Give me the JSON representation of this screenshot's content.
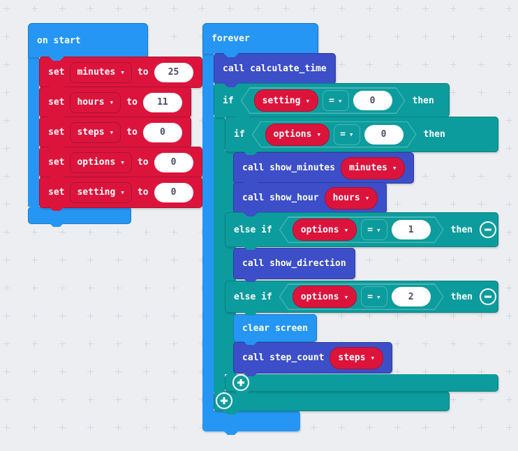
{
  "colors": {
    "bg": "#eceef1",
    "cross": "#d3d7dc",
    "blue": "#2596f3",
    "blue_border": "#1d79c6",
    "indigo": "#3c4ec8",
    "indigo_border": "#2e3da0",
    "red": "#dc143c",
    "red_border": "#aa1234",
    "teal": "#0d9c9e",
    "teal_border": "#0a8082",
    "teal_outline": "#49b6b3",
    "number_text": "#4e4a66"
  },
  "icons": {
    "dropdown": "▾",
    "plus": "+",
    "minus": "−"
  },
  "on_start": {
    "label": "on start",
    "sets": [
      {
        "keyword": "set",
        "variable": "minutes",
        "to": "to",
        "value": "25"
      },
      {
        "keyword": "set",
        "variable": "hours",
        "to": "to",
        "value": "11"
      },
      {
        "keyword": "set",
        "variable": "steps",
        "to": "to",
        "value": "0"
      },
      {
        "keyword": "set",
        "variable": "options",
        "to": "to",
        "value": "0"
      },
      {
        "keyword": "set",
        "variable": "setting",
        "to": "to",
        "value": "0"
      }
    ]
  },
  "forever": {
    "label": "forever",
    "call_calculate": {
      "label": "call calculate_time"
    },
    "outer_if": {
      "if": "if",
      "then": "then",
      "condition": {
        "variable": "setting",
        "op": "=",
        "value": "0"
      }
    },
    "inner_if": {
      "if": "if",
      "then": "then",
      "condition": {
        "variable": "options",
        "op": "=",
        "value": "0"
      },
      "branch0": [
        {
          "label": "call show_minutes",
          "arg": "minutes"
        },
        {
          "label": "call show_hour",
          "arg": "hours"
        }
      ],
      "elseif1": {
        "label": "else if",
        "then": "then",
        "condition": {
          "variable": "options",
          "op": "=",
          "value": "1"
        }
      },
      "branch1": [
        {
          "label": "call show_direction"
        }
      ],
      "elseif2": {
        "label": "else if",
        "then": "then",
        "condition": {
          "variable": "options",
          "op": "=",
          "value": "2"
        }
      },
      "branch2": [
        {
          "label": "clear screen"
        },
        {
          "label": "call step_count",
          "arg": "steps"
        }
      ]
    }
  }
}
